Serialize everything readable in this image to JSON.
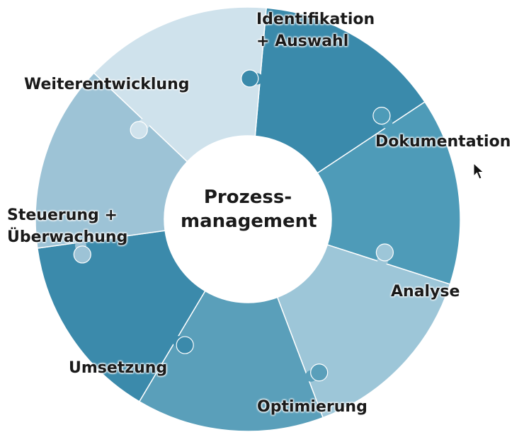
{
  "center": {
    "line1": "Prozess-",
    "line2": "management"
  },
  "segments": [
    {
      "id": "identifikation",
      "lines": [
        "Identifikation",
        "+ Auswahl"
      ],
      "color": "#3a8aab"
    },
    {
      "id": "dokumentation",
      "lines": [
        "Dokumentation"
      ],
      "color": "#4e9bb8"
    },
    {
      "id": "analyse",
      "lines": [
        "Analyse"
      ],
      "color": "#9dc6d8"
    },
    {
      "id": "optimierung",
      "lines": [
        "Optimierung"
      ],
      "color": "#5a9fba"
    },
    {
      "id": "umsetzung",
      "lines": [
        "Umsetzung"
      ],
      "color": "#3b8aab"
    },
    {
      "id": "steuerung",
      "lines": [
        "Steuerung +",
        "Überwachung"
      ],
      "color": "#9dc3d6"
    },
    {
      "id": "weiterentwicklung",
      "lines": [
        "Weiterentwicklung"
      ],
      "color": "#cfe2ec"
    }
  ],
  "icons": {
    "cursor": "mouse-pointer-icon"
  }
}
